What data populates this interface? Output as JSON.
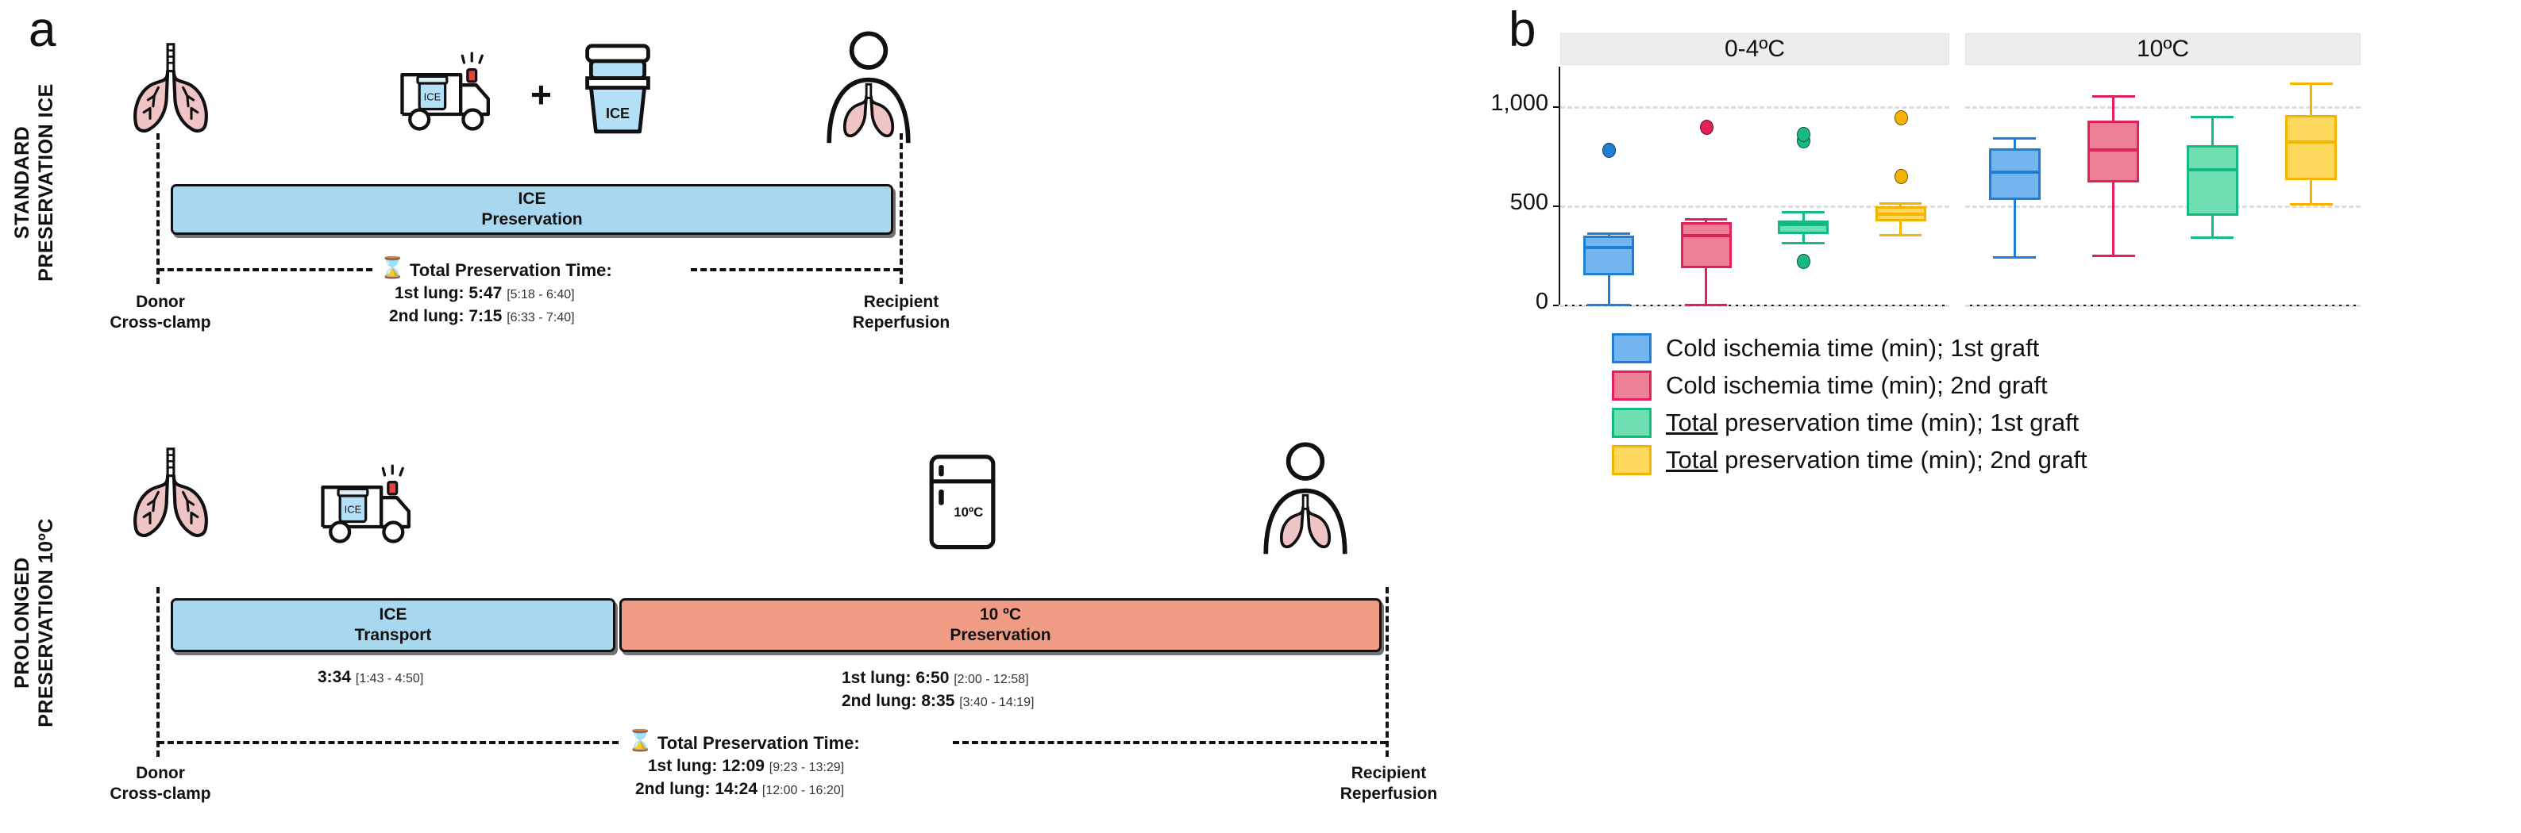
{
  "panels": {
    "a": {
      "letter": "a"
    },
    "b": {
      "letter": "b"
    }
  },
  "panel_a": {
    "rows": [
      {
        "side_label": "STANDARD\nPRESERVATION ICE",
        "icons": [
          "lungs-icon",
          "ambulance-ice-icon",
          "plus-sign",
          "ice-cooler-icon",
          "recipient-person-icon"
        ],
        "bars": [
          {
            "name": "ice-preservation-bar",
            "line1": "ICE",
            "line2": "Preservation",
            "color": "#a8d8f0"
          }
        ],
        "start_label": "Donor\nCross-clamp",
        "end_label": "Recipient\nReperfusion",
        "total_title": "Total Preservation Time:",
        "totals": [
          {
            "label": "1st lung:",
            "value": "5:47",
            "range": "[5:18 - 6:40]"
          },
          {
            "label": "2nd lung:",
            "value": "7:15",
            "range": "[6:33 - 7:40]"
          }
        ]
      },
      {
        "side_label": "PROLONGED\nPRESERVATION 10ºC",
        "icons": [
          "lungs-icon",
          "ambulance-ice-icon",
          "fridge-10c-icon",
          "recipient-person-icon"
        ],
        "bars": [
          {
            "name": "ice-transport-bar",
            "line1": "ICE",
            "line2": "Transport",
            "color": "#a8d8f0"
          },
          {
            "name": "ten-c-preservation-bar",
            "line1": "10 ºC",
            "line2": "Preservation",
            "color": "#f09b84"
          }
        ],
        "transport_time": {
          "value": "3:34",
          "range": "[1:43 - 4:50]"
        },
        "preservation_times": [
          {
            "label": "1st lung:",
            "value": "6:50",
            "range": "[2:00 - 12:58]"
          },
          {
            "label": "2nd lung:",
            "value": "8:35",
            "range": "[3:40 - 14:19]"
          }
        ],
        "start_label": "Donor\nCross-clamp",
        "end_label": "Recipient\nReperfusion",
        "total_title": "Total Preservation Time:",
        "totals": [
          {
            "label": "1st lung:",
            "value": "12:09",
            "range": "[9:23 - 13:29]"
          },
          {
            "label": "2nd lung:",
            "value": "14:24",
            "range": "[12:00 - 16:20]"
          }
        ]
      }
    ],
    "icon_texts": {
      "ice": "ICE",
      "fridge": "10ºC"
    }
  },
  "chart_data": {
    "type": "box",
    "title": "",
    "xlabel": "",
    "ylabel": "",
    "ylim": [
      0,
      1200
    ],
    "yticks": [
      0,
      500,
      1000
    ],
    "ytick_labels": [
      "0",
      "500",
      "1,000"
    ],
    "grid": true,
    "legend_position": "bottom",
    "facets": [
      "0-4ºC",
      "10ºC"
    ],
    "series": [
      {
        "name": "Cold ischemia time (min); 1st graft",
        "color": "#74b4f0",
        "border": "#1f7fd4",
        "boxes": [
          {
            "facet": "0-4ºC",
            "min": 0,
            "q1": 150,
            "median": 290,
            "q3": 350,
            "max": 360,
            "outliers": [
              780
            ]
          },
          {
            "facet": "10ºC",
            "min": 240,
            "q1": 530,
            "median": 670,
            "q3": 790,
            "max": 840,
            "outliers": []
          }
        ]
      },
      {
        "name": "Cold ischemia time (min); 2nd graft",
        "color": "#ed8096",
        "border": "#e0215a",
        "boxes": [
          {
            "facet": "0-4ºC",
            "min": 0,
            "q1": 185,
            "median": 350,
            "q3": 415,
            "max": 430,
            "outliers": [
              895
            ]
          },
          {
            "facet": "10ºC",
            "min": 245,
            "q1": 615,
            "median": 780,
            "q3": 930,
            "max": 1050,
            "outliers": []
          }
        ]
      },
      {
        "name": "Total preservation time (min); 1st graft",
        "color": "#6ddfb0",
        "border": "#16b981",
        "boxes": [
          {
            "facet": "0-4ºC",
            "min": 310,
            "q1": 355,
            "median": 405,
            "q3": 425,
            "max": 465,
            "outliers": [
              220,
              830,
              860
            ]
          },
          {
            "facet": "10ºC",
            "min": 340,
            "q1": 450,
            "median": 680,
            "q3": 805,
            "max": 945,
            "outliers": []
          }
        ]
      },
      {
        "name": "Total preservation time (min); 2nd graft",
        "color": "#ffd95e",
        "border": "#f5b400",
        "boxes": [
          {
            "facet": "0-4ºC",
            "min": 350,
            "q1": 420,
            "median": 455,
            "q3": 495,
            "max": 510,
            "outliers": [
              650,
              945
            ]
          },
          {
            "facet": "10ºC",
            "min": 505,
            "q1": 630,
            "median": 820,
            "q3": 955,
            "max": 1115,
            "outliers": []
          }
        ]
      }
    ],
    "legend": [
      {
        "label_prefix": "",
        "label_underline": "",
        "label": "Cold ischemia time (min); 1st graft",
        "color": "#74b4f0",
        "border": "#1f7fd4"
      },
      {
        "label_prefix": "",
        "label_underline": "",
        "label": "Cold ischemia time (min); 2nd graft",
        "color": "#ed8096",
        "border": "#e0215a"
      },
      {
        "label_prefix": "",
        "label_underline": "Total",
        "label": " preservation time (min); 1st graft",
        "color": "#6ddfb0",
        "border": "#16b981"
      },
      {
        "label_prefix": "",
        "label_underline": "Total",
        "label": " preservation time (min); 2nd graft",
        "color": "#ffd95e",
        "border": "#f5b400"
      }
    ]
  }
}
